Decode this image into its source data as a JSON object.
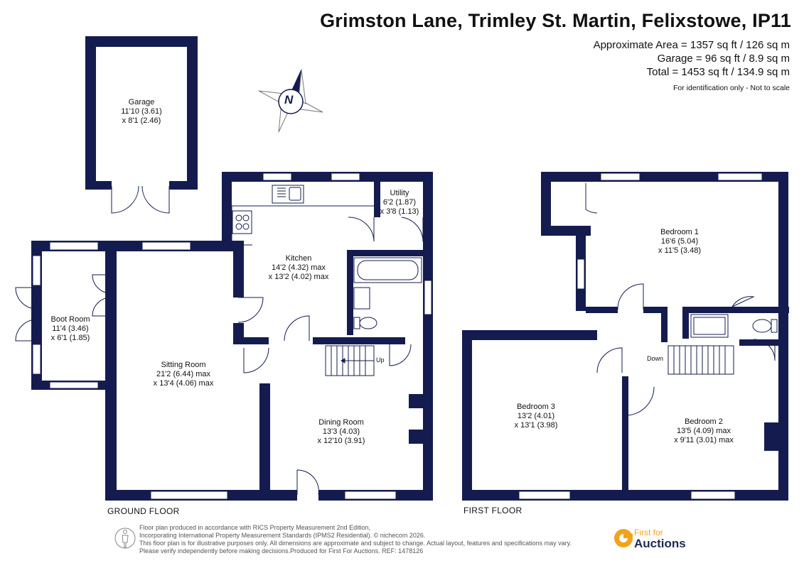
{
  "header": {
    "title": "Grimston Lane, Trimley St. Martin, Felixstowe, IP11",
    "area_lines": [
      "Approximate Area = 1357 sq ft / 126 sq m",
      "Garage = 96 sq ft / 8.9 sq m",
      "Total = 1453 sq ft / 134.9 sq m"
    ],
    "note": "For identification only - Not to scale"
  },
  "compass": {
    "letter": "N"
  },
  "rooms": {
    "garage": {
      "name": "Garage",
      "dim1": "11'10 (3.61)",
      "dim2": "x 8'1 (2.46)"
    },
    "utility": {
      "name": "Utility",
      "dim1": "6'2 (1.87)",
      "dim2": "x 3'8 (1.13)"
    },
    "kitchen": {
      "name": "Kitchen",
      "dim1": "14'2 (4.32) max",
      "dim2": "x 13'2 (4.02) max"
    },
    "boot_room": {
      "name": "Boot Room",
      "dim1": "11'4 (3.46)",
      "dim2": "x 6'1 (1.85)"
    },
    "sitting_room": {
      "name": "Sitting Room",
      "dim1": "21'2 (6.44) max",
      "dim2": "x 13'4 (4.06) max"
    },
    "dining_room": {
      "name": "Dining Room",
      "dim1": "13'3 (4.03)",
      "dim2": "x 12'10 (3.91)"
    },
    "bedroom1": {
      "name": "Bedroom 1",
      "dim1": "16'6 (5.04)",
      "dim2": "x 11'5 (3.48)"
    },
    "bedroom3": {
      "name": "Bedroom 3",
      "dim1": "13'2 (4.01)",
      "dim2": "x 13'1 (3.98)"
    },
    "bedroom2": {
      "name": "Bedroom 2",
      "dim1": "13'5 (4.09) max",
      "dim2": "x 9'11 (3.01) max"
    }
  },
  "stairs": {
    "up": "Up",
    "down": "Down"
  },
  "floors": {
    "ground": "GROUND FLOOR",
    "first": "FIRST FLOOR"
  },
  "footer": {
    "lines": [
      "Floor plan produced in accordance with RICS Property Measurement 2nd Edition,",
      "Incorporating International Property Measurement Standards (IPMS2 Residential).   © nichecom 2026.",
      "This floor plan is for illustrative purposes only. All dimensions are approximate and subject to change. Actual layout, features and specifications may vary.",
      "Please verify independently before making decisions.Produced for First For Auctions.   REF:  1478126"
    ]
  },
  "brand": {
    "line1": "First for",
    "line2": "Auctions"
  },
  "colors": {
    "wall": "#141c4f",
    "accent": "#f2a31b",
    "brand_dark": "#1d2a55"
  }
}
